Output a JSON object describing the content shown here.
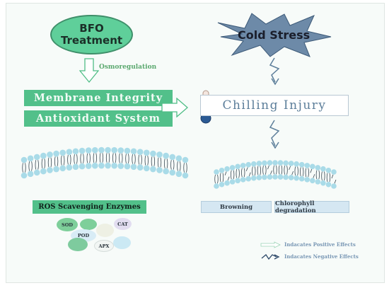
{
  "left": {
    "treatment": "BFO Treatment",
    "osmoregulation": "Osmoregulation",
    "membrane_integrity": "Membrane Integrity",
    "antioxidant_system": "Antioxidant System",
    "ros_enzymes": "ROS Scavenging Enzymes",
    "enzymes": [
      "SOD",
      "POD",
      "CAT",
      "APX"
    ]
  },
  "right": {
    "stress": "Cold Stress",
    "injury": "Chilling Injury",
    "browning": "Browning",
    "chlorophyll": "Chlorophyll degradation"
  },
  "legend": {
    "positive": "Indacates Positive Effects",
    "negative": "Indacates Negative Effects"
  },
  "colors": {
    "green": "#52c08a",
    "blue": "#5c7e9a",
    "light_blue": "#d5e7f2",
    "enzyme_colors": [
      "#7ecf9a",
      "#d8ecf6",
      "#e4eee0",
      "#e2ddf0",
      "#7ecb9e",
      "#f2f6f4",
      "#cbe9f4"
    ]
  }
}
